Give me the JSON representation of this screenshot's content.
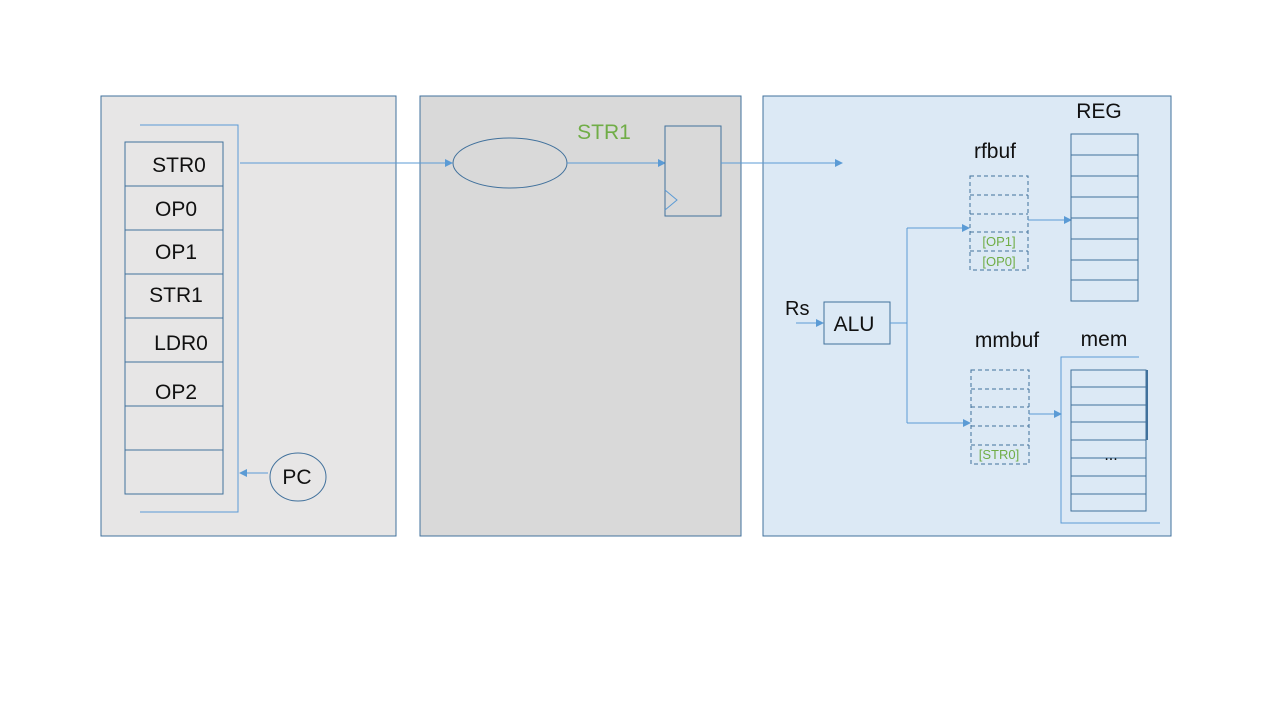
{
  "colors": {
    "stroke": "#41719c",
    "arrow": "#5b9bd5",
    "panel_grey": "#e7e6e6",
    "panel_grey_mid": "#d9d9d9",
    "panel_blue": "#dce9f5",
    "green_text": "#70ad47"
  },
  "fetch": {
    "instructions": [
      "STR0",
      "OP0",
      "OP1",
      "STR1",
      "LDR0",
      "OP2",
      "",
      ""
    ],
    "pc_label": "PC"
  },
  "decode": {
    "current_instr": "STR1"
  },
  "execute": {
    "rs_label": "Rs",
    "alu_label": "ALU",
    "rfbuf_label": "rfbuf",
    "rfbuf_entries": [
      "",
      "",
      "",
      "[OP1]",
      "[OP0]"
    ],
    "mmbuf_label": "mmbuf",
    "mmbuf_entries": [
      "",
      "",
      "",
      "",
      "[STR0]"
    ],
    "reg_label": "REG",
    "mem_label": "mem",
    "mem_ellipsis": "..."
  }
}
